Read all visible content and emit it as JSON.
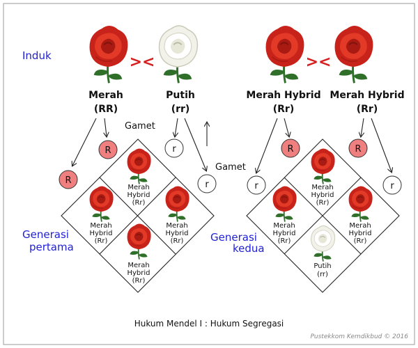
{
  "induk_label": "Induk",
  "cross_symbol": "><",
  "gamet_label_left": "Gamet",
  "gamet_label_right": "Gamet",
  "gen1_label_line1": "Generasi",
  "gen1_label_line2": "pertama",
  "gen2_label_line1": "Generasi",
  "gen2_label_line2": "kedua",
  "parents": {
    "p1_name": "Merah",
    "p1_geno": "(RR)",
    "p2_name": "Putih",
    "p2_geno": "(rr)",
    "p3_name": "Merah Hybrid",
    "p3_geno": "(Rr)",
    "p4_name": "Merah Hybrid",
    "p4_geno": "(Rr)"
  },
  "gametes": {
    "g1": "R",
    "g2": "R",
    "g3": "r",
    "g4": "r",
    "g5": "r",
    "g6": "R",
    "g7": "R",
    "g8": "r"
  },
  "gen1": {
    "c1_l1": "Merah",
    "c1_l2": "Hybrid",
    "c1_l3": "(Rr)",
    "c2_l1": "Merah",
    "c2_l2": "Hybrid",
    "c2_l3": "(Rr)",
    "c3_l1": "Merah",
    "c3_l2": "Hybrid",
    "c3_l3": "(Rr)",
    "c4_l1": "Merah",
    "c4_l2": "Hybrid",
    "c4_l3": "(Rr)"
  },
  "gen2": {
    "c1_l1": "Merah",
    "c1_l2": "Hybrid",
    "c1_l3": "(Rr)",
    "c2_l1": "Merah",
    "c2_l2": "Hybrid",
    "c2_l3": "(Rr)",
    "c3_l1": "Merah",
    "c3_l2": "Hybrid",
    "c3_l3": "(Rr)",
    "c4_l1": "Putih",
    "c4_l2": "(rr)"
  },
  "caption": "Hukum Mendel  I : Hukum Segregasi",
  "credit": "Pustekkom Kemdikbud © 2016",
  "colors": {
    "label_blue": "#1f1fd6",
    "cross_red": "#d61f1f",
    "dominant_circle_fill": "#f08080",
    "red_rose": "#d9281c",
    "white_rose": "#f2f2ea",
    "leaf_green": "#2f6f2a"
  }
}
